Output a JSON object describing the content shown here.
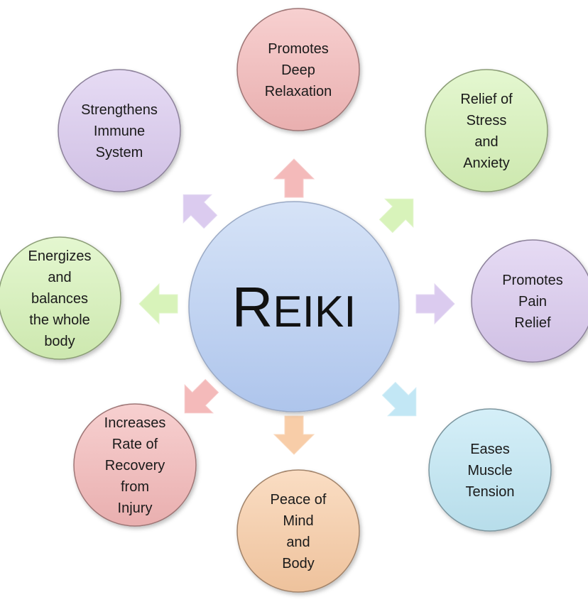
{
  "center": {
    "text_initial": "R",
    "text_rest": "EIKI",
    "color": "#c5d7f3"
  },
  "nodes": [
    {
      "id": "promotes-deep-relaxation",
      "lines": [
        "Promotes",
        "Deep",
        "Relaxation"
      ],
      "color": "#f3b6b6"
    },
    {
      "id": "relief-of-stress-and-anxiety",
      "lines": [
        "Relief of",
        "Stress",
        "and",
        "Anxiety"
      ],
      "color": "#d6f2b6"
    },
    {
      "id": "promotes-pain-relief",
      "lines": [
        "Promotes",
        "Pain",
        "Relief"
      ],
      "color": "#d9c8ee"
    },
    {
      "id": "eases-muscle-tension",
      "lines": [
        "Eases",
        "Muscle",
        "Tension"
      ],
      "color": "#bfe6f4"
    },
    {
      "id": "peace-of-mind-and-body",
      "lines": [
        "Peace of",
        "Mind",
        "and",
        "Body"
      ],
      "color": "#f8caa3"
    },
    {
      "id": "increases-rate-of-recovery",
      "lines": [
        "Increases",
        "Rate of",
        "Recovery",
        "from",
        "Injury"
      ],
      "color": "#f3b6b6"
    },
    {
      "id": "energizes-and-balances",
      "lines": [
        "Energizes",
        "and",
        "balances",
        "the whole",
        "body"
      ],
      "color": "#d6f2b6"
    },
    {
      "id": "strengthens-immune-system",
      "lines": [
        "Strengthens",
        "Immune",
        "System"
      ],
      "color": "#d9c8ee"
    }
  ]
}
